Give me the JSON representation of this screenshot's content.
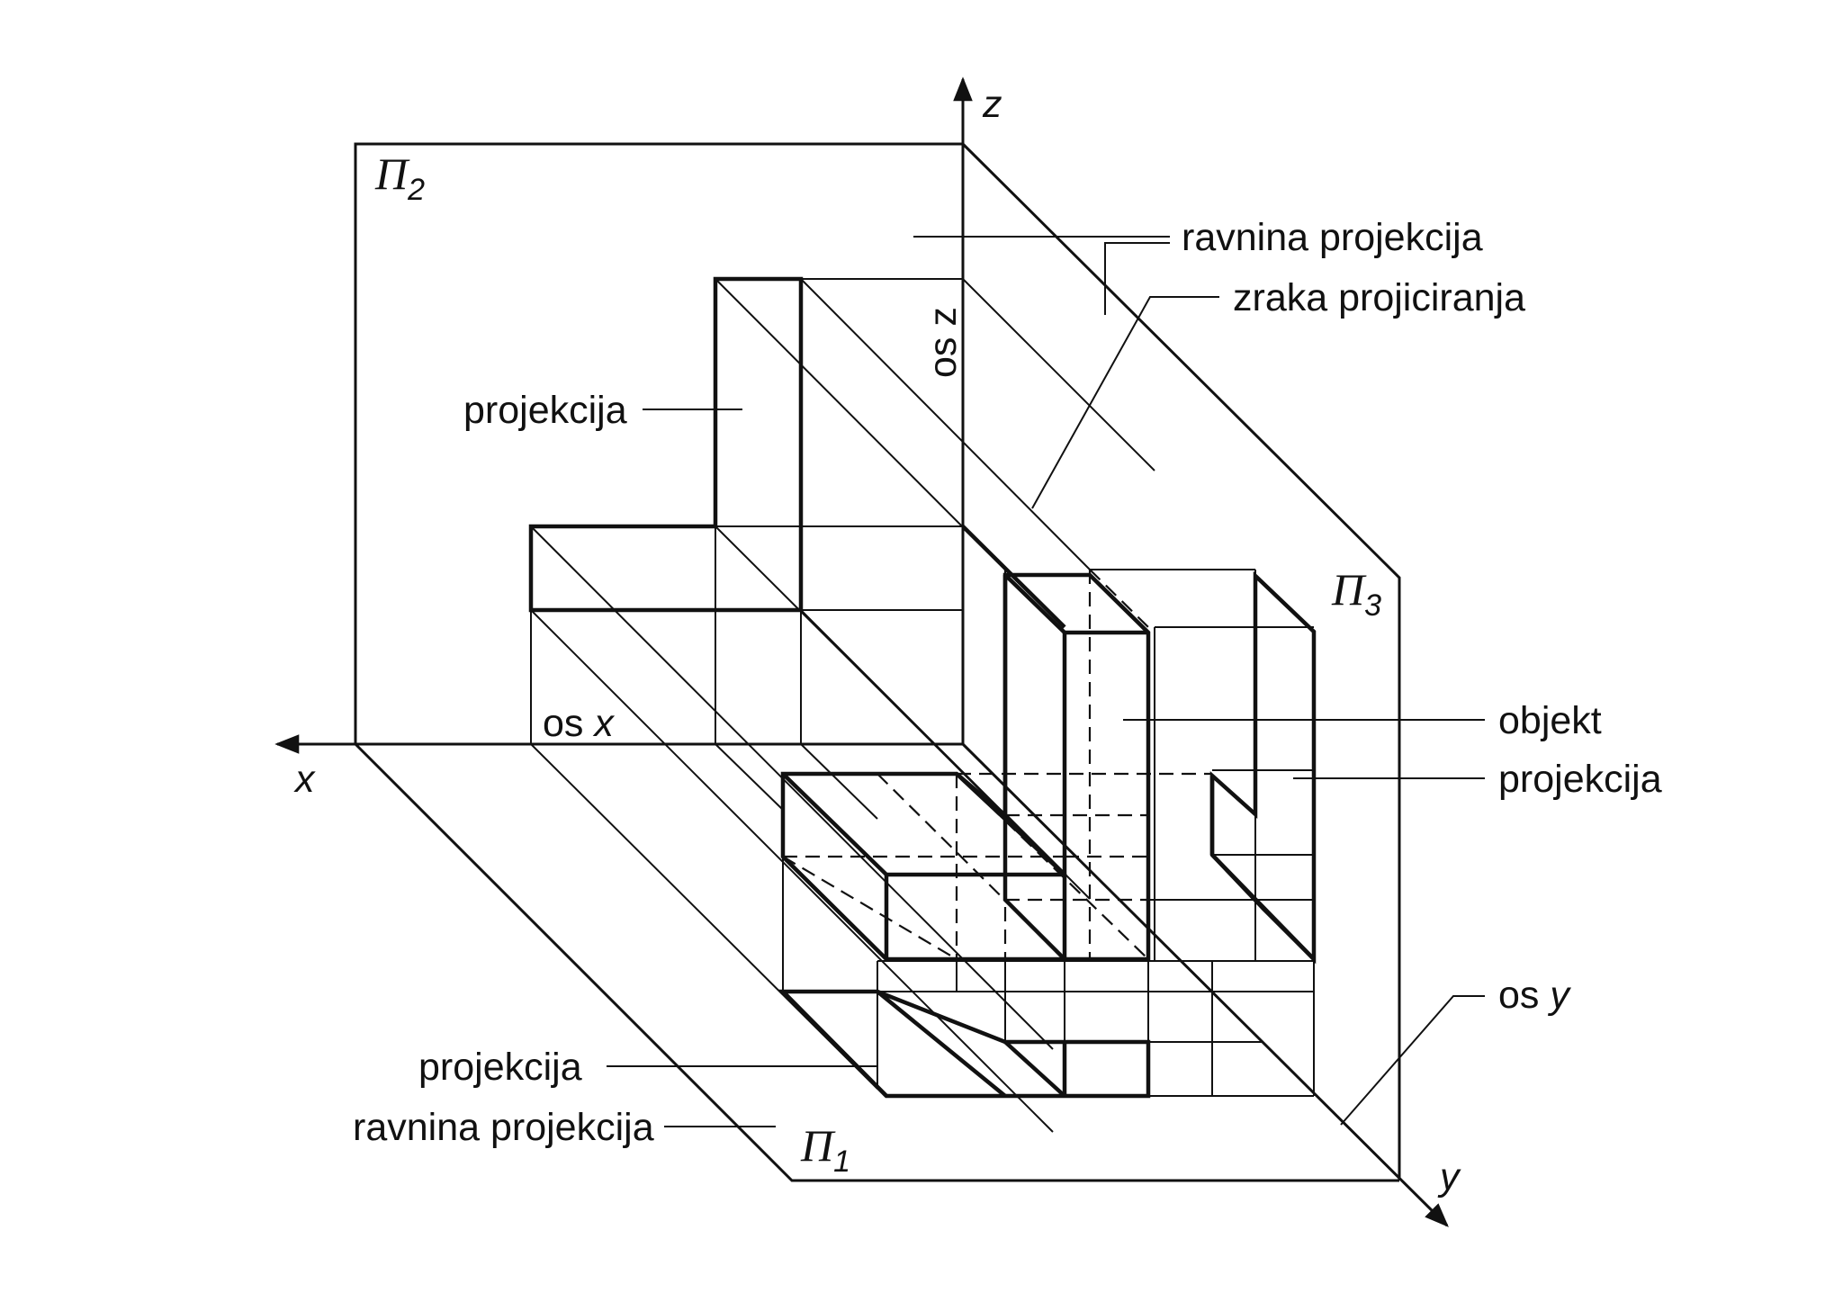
{
  "planes": {
    "frontal": "Π",
    "frontal_sub": "2",
    "horizontal": "Π",
    "horizontal_sub": "1",
    "profile": "Π",
    "profile_sub": "3"
  },
  "axes": {
    "x": "x",
    "y": "y",
    "z": "z",
    "os_x_prefix": "os",
    "os_x_var": "x",
    "os_y_prefix": "os",
    "os_y_var": "y",
    "os_z": "os z"
  },
  "labels": {
    "ravnina_top": "ravnina projekcija",
    "zraka": "zraka projiciranja",
    "projekcija_left": "projekcija",
    "objekt": "objekt",
    "projekcija_right": "projekcija",
    "projekcija_bottom": "projekcija",
    "ravnina_bottom": "ravnina projekcija"
  }
}
